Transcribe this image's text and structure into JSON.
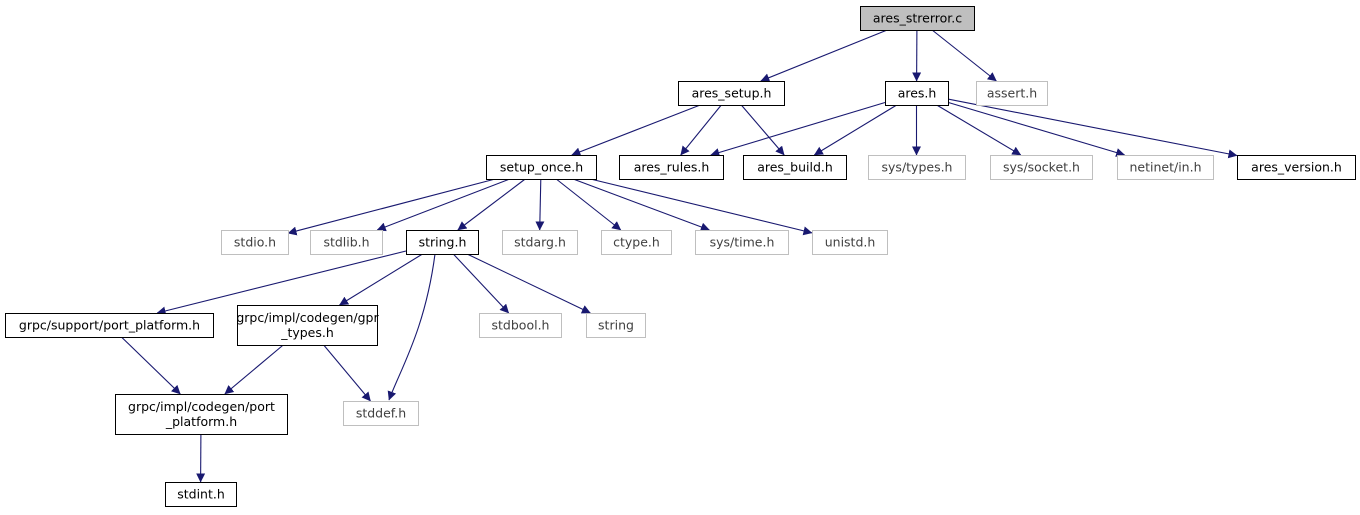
{
  "graph": {
    "colors": {
      "edge": "#191970",
      "root_fill": "#bfbfbf",
      "node_border": "#000000",
      "external_border": "#bfbfbf",
      "external_text": "#404040"
    },
    "nodes": [
      {
        "id": "ares_strerror_c",
        "lines": [
          "ares_strerror.c"
        ],
        "kind": "root"
      },
      {
        "id": "ares_setup_h",
        "lines": [
          "ares_setup.h"
        ],
        "kind": "internal"
      },
      {
        "id": "ares_h",
        "lines": [
          "ares.h"
        ],
        "kind": "internal"
      },
      {
        "id": "assert_h",
        "lines": [
          "assert.h"
        ],
        "kind": "external"
      },
      {
        "id": "setup_once_h",
        "lines": [
          "setup_once.h"
        ],
        "kind": "internal"
      },
      {
        "id": "ares_rules_h",
        "lines": [
          "ares_rules.h"
        ],
        "kind": "internal"
      },
      {
        "id": "ares_build_h",
        "lines": [
          "ares_build.h"
        ],
        "kind": "internal"
      },
      {
        "id": "sys_types_h",
        "lines": [
          "sys/types.h"
        ],
        "kind": "external"
      },
      {
        "id": "sys_socket_h",
        "lines": [
          "sys/socket.h"
        ],
        "kind": "external"
      },
      {
        "id": "netinet_in_h",
        "lines": [
          "netinet/in.h"
        ],
        "kind": "external"
      },
      {
        "id": "ares_version_h",
        "lines": [
          "ares_version.h"
        ],
        "kind": "internal"
      },
      {
        "id": "stdio_h",
        "lines": [
          "stdio.h"
        ],
        "kind": "external"
      },
      {
        "id": "stdlib_h",
        "lines": [
          "stdlib.h"
        ],
        "kind": "external"
      },
      {
        "id": "string_h",
        "lines": [
          "string.h"
        ],
        "kind": "internal"
      },
      {
        "id": "stdarg_h",
        "lines": [
          "stdarg.h"
        ],
        "kind": "external"
      },
      {
        "id": "ctype_h",
        "lines": [
          "ctype.h"
        ],
        "kind": "external"
      },
      {
        "id": "sys_time_h",
        "lines": [
          "sys/time.h"
        ],
        "kind": "external"
      },
      {
        "id": "unistd_h",
        "lines": [
          "unistd.h"
        ],
        "kind": "external"
      },
      {
        "id": "grpc_support_port_platform_h",
        "lines": [
          "grpc/support/port_platform.h"
        ],
        "kind": "internal"
      },
      {
        "id": "grpc_impl_codegen_gpr_types_h",
        "lines": [
          "grpc/impl/codegen/gpr",
          "_types.h"
        ],
        "kind": "internal"
      },
      {
        "id": "stdbool_h",
        "lines": [
          "stdbool.h"
        ],
        "kind": "external"
      },
      {
        "id": "string",
        "lines": [
          "string"
        ],
        "kind": "external"
      },
      {
        "id": "grpc_impl_codegen_port_platform_h",
        "lines": [
          "grpc/impl/codegen/port",
          "_platform.h"
        ],
        "kind": "internal"
      },
      {
        "id": "stddef_h",
        "lines": [
          "stddef.h"
        ],
        "kind": "external"
      },
      {
        "id": "stdint_h",
        "lines": [
          "stdint.h"
        ],
        "kind": "internal"
      }
    ],
    "edges": [
      {
        "from": "ares_strerror_c",
        "to": "ares_setup_h"
      },
      {
        "from": "ares_strerror_c",
        "to": "ares_h"
      },
      {
        "from": "ares_strerror_c",
        "to": "assert_h"
      },
      {
        "from": "ares_setup_h",
        "to": "setup_once_h"
      },
      {
        "from": "ares_setup_h",
        "to": "ares_rules_h"
      },
      {
        "from": "ares_setup_h",
        "to": "ares_build_h"
      },
      {
        "from": "ares_h",
        "to": "ares_rules_h"
      },
      {
        "from": "ares_h",
        "to": "ares_build_h"
      },
      {
        "from": "ares_h",
        "to": "sys_types_h"
      },
      {
        "from": "ares_h",
        "to": "sys_socket_h"
      },
      {
        "from": "ares_h",
        "to": "netinet_in_h"
      },
      {
        "from": "ares_h",
        "to": "ares_version_h"
      },
      {
        "from": "setup_once_h",
        "to": "stdio_h"
      },
      {
        "from": "setup_once_h",
        "to": "stdlib_h"
      },
      {
        "from": "setup_once_h",
        "to": "string_h"
      },
      {
        "from": "setup_once_h",
        "to": "stdarg_h"
      },
      {
        "from": "setup_once_h",
        "to": "ctype_h"
      },
      {
        "from": "setup_once_h",
        "to": "sys_time_h"
      },
      {
        "from": "setup_once_h",
        "to": "unistd_h"
      },
      {
        "from": "string_h",
        "to": "grpc_support_port_platform_h"
      },
      {
        "from": "string_h",
        "to": "grpc_impl_codegen_gpr_types_h"
      },
      {
        "from": "string_h",
        "to": "stddef_h"
      },
      {
        "from": "string_h",
        "to": "stdbool_h"
      },
      {
        "from": "string_h",
        "to": "string"
      },
      {
        "from": "grpc_support_port_platform_h",
        "to": "grpc_impl_codegen_port_platform_h"
      },
      {
        "from": "grpc_impl_codegen_gpr_types_h",
        "to": "grpc_impl_codegen_port_platform_h"
      },
      {
        "from": "grpc_impl_codegen_gpr_types_h",
        "to": "stddef_h"
      },
      {
        "from": "grpc_impl_codegen_port_platform_h",
        "to": "stdint_h"
      }
    ]
  }
}
